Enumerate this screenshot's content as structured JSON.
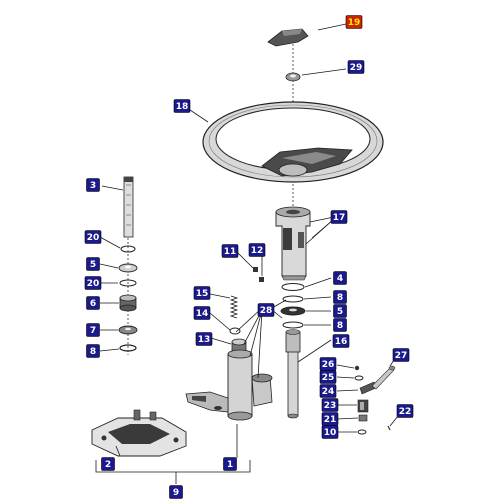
{
  "callouts": [
    {
      "id": "c1",
      "label": "1",
      "highlight": false
    },
    {
      "id": "c2",
      "label": "2",
      "highlight": false
    },
    {
      "id": "c3",
      "label": "3",
      "highlight": false
    },
    {
      "id": "c4",
      "label": "4",
      "highlight": false
    },
    {
      "id": "c5a",
      "label": "5",
      "highlight": false
    },
    {
      "id": "c5b",
      "label": "5",
      "highlight": false
    },
    {
      "id": "c6",
      "label": "6",
      "highlight": false
    },
    {
      "id": "c7",
      "label": "7",
      "highlight": false
    },
    {
      "id": "c8a",
      "label": "8",
      "highlight": false
    },
    {
      "id": "c8b",
      "label": "8",
      "highlight": false
    },
    {
      "id": "c8c",
      "label": "8",
      "highlight": false
    },
    {
      "id": "c9",
      "label": "9",
      "highlight": false
    },
    {
      "id": "c10",
      "label": "10",
      "highlight": false
    },
    {
      "id": "c11",
      "label": "11",
      "highlight": false
    },
    {
      "id": "c12",
      "label": "12",
      "highlight": false
    },
    {
      "id": "c13",
      "label": "13",
      "highlight": false
    },
    {
      "id": "c14",
      "label": "14",
      "highlight": false
    },
    {
      "id": "c15",
      "label": "15",
      "highlight": false
    },
    {
      "id": "c16",
      "label": "16",
      "highlight": false
    },
    {
      "id": "c17",
      "label": "17",
      "highlight": false
    },
    {
      "id": "c18",
      "label": "18",
      "highlight": false
    },
    {
      "id": "c19",
      "label": "19",
      "highlight": true
    },
    {
      "id": "c20a",
      "label": "20",
      "highlight": false
    },
    {
      "id": "c20b",
      "label": "20",
      "highlight": false
    },
    {
      "id": "c21",
      "label": "21",
      "highlight": false
    },
    {
      "id": "c22",
      "label": "22",
      "highlight": false
    },
    {
      "id": "c23",
      "label": "23",
      "highlight": false
    },
    {
      "id": "c24",
      "label": "24",
      "highlight": false
    },
    {
      "id": "c25",
      "label": "25",
      "highlight": false
    },
    {
      "id": "c26",
      "label": "26",
      "highlight": false
    },
    {
      "id": "c27",
      "label": "27",
      "highlight": false
    },
    {
      "id": "c28",
      "label": "28",
      "highlight": false
    },
    {
      "id": "c29",
      "label": "29",
      "highlight": false
    }
  ],
  "colors": {
    "callout_fill": "#1a1a8c",
    "callout_text": "#ffffff",
    "callout_highlight_fill": "#cc2200",
    "callout_highlight_text": "#ffee00",
    "part_fill": "#e6e6e6",
    "part_dark": "#4a4a4a"
  }
}
